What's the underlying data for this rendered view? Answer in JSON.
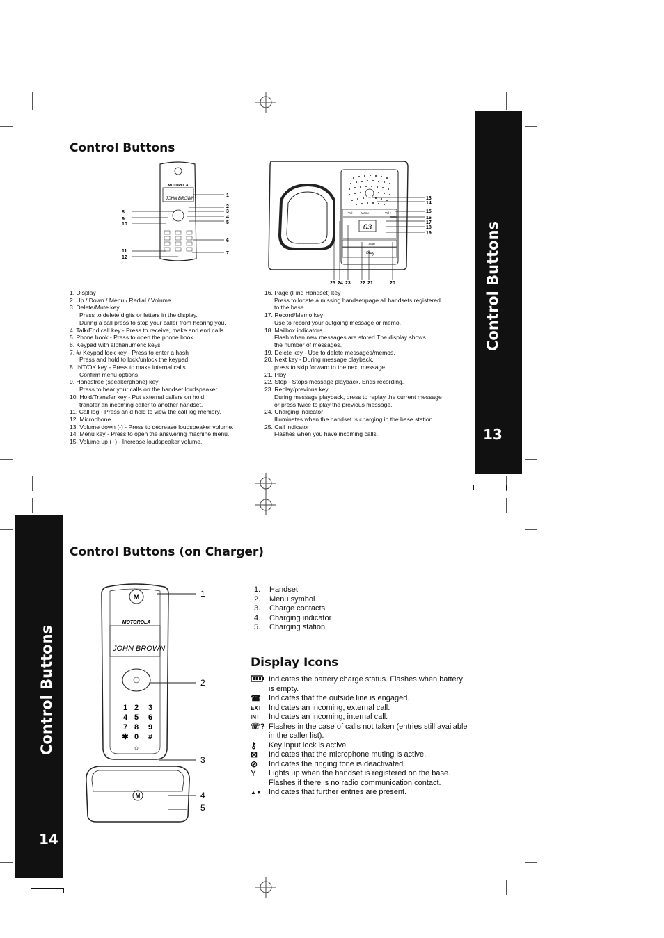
{
  "tabs": {
    "top": {
      "title": "Control Buttons",
      "page": "13"
    },
    "bottom": {
      "title": "Control Buttons",
      "page": "14"
    }
  },
  "section1": {
    "heading": "Control Buttons",
    "handset_callouts": [
      "1",
      "2",
      "3",
      "4",
      "5",
      "6",
      "7",
      "8",
      "9",
      "10",
      "11",
      "12"
    ],
    "handset_brand": "MOTOROLA",
    "base_callouts_right": [
      "13",
      "14",
      "15",
      "16",
      "17",
      "18",
      "19"
    ],
    "base_callouts_bottom": [
      "25",
      "24",
      "23",
      "22",
      "21",
      "20"
    ],
    "base_labels": {
      "play": "Play",
      "stop": "Stop",
      "menu": "Menu",
      "vol_minus": "Vol-",
      "vol_plus": "Vol +",
      "msg": "03"
    },
    "left_list": [
      {
        "t": "1.  Display",
        "sub": []
      },
      {
        "t": "2.  Up / Down / Menu / Redial / Volume",
        "sub": []
      },
      {
        "t": "3.  Delete/Mute key",
        "sub": [
          "Press to delete digits or letters in the display.",
          "During a call press to stop your caller from hearing you."
        ]
      },
      {
        "t": "4.  Talk/End call key - Press to receive, make and end calls.",
        "sub": []
      },
      {
        "t": "5.  Phone book - Press to open the phone book.",
        "sub": []
      },
      {
        "t": "6.  Keypad with alphanumeric keys",
        "sub": []
      },
      {
        "t": "7.  #/ Keypad lock key - Press to enter a hash",
        "sub": [
          "Press and hold to lock/unlock the keypad."
        ]
      },
      {
        "t": "8.  INT/OK key - Press to make internal calls.",
        "sub": [
          "Confirm menu options."
        ]
      },
      {
        "t": "9.  Handsfree (speakerphone) key",
        "sub": [
          "Press to hear your calls on the handset loudspeaker."
        ]
      },
      {
        "t": "10. Hold/Transfer key - Put external callers on hold,",
        "sub": [
          "transfer an incoming caller to another handset."
        ]
      },
      {
        "t": "11. Call log - Press an d hold to view the call log memory.",
        "sub": []
      },
      {
        "t": "12. Microphone",
        "sub": []
      },
      {
        "t": "13. Volume down (-) - Press to decrease loudspeaker volume.",
        "sub": []
      },
      {
        "t": "14. Menu key - Press to open the answering machine menu.",
        "sub": []
      },
      {
        "t": "15. Volume up (+) - Increase loudspeaker volume.",
        "sub": []
      }
    ],
    "right_list": [
      {
        "t": "16. Page (Find Handset) key",
        "sub": [
          "Press to locate a missing handset/page all handsets registered",
          "to the base."
        ]
      },
      {
        "t": "17. Record/Memo key",
        "sub": [
          "Use to record your outgoing message or memo."
        ]
      },
      {
        "t": "18. Mailbox indicators",
        "sub": [
          "Flash when new messages are stored.The display shows",
          "the number of messages."
        ]
      },
      {
        "t": "19. Delete key - Use to delete messages/memos.",
        "sub": []
      },
      {
        "t": "20. Next key - During message playback,",
        "sub": [
          "press to skip forward to the next message."
        ]
      },
      {
        "t": "21. Play",
        "sub": []
      },
      {
        "t": "22. Stop - Stops message playback. Ends recording.",
        "sub": []
      },
      {
        "t": "23. Replay/previous key",
        "sub": [
          "During message playback, press to replay the current message",
          "or press twice to play the previous message."
        ]
      },
      {
        "t": "24. Charging indicator",
        "sub": [
          "Illuminates when the handset is charging in the base station."
        ]
      },
      {
        "t": "25. Call indicator",
        "sub": [
          "Flashes when you have incoming calls."
        ]
      }
    ]
  },
  "section2": {
    "heading": "Control Buttons (on Charger)",
    "callouts": [
      "1",
      "2",
      "3",
      "4",
      "5"
    ],
    "handset_brand": "MOTOROLA",
    "display_name": "JOHN BROWN",
    "keys": [
      "1",
      "2",
      "3",
      "4",
      "5",
      "6",
      "7",
      "8",
      "9",
      "✱",
      "0",
      "#"
    ],
    "list": [
      {
        "n": "1.",
        "t": "Handset"
      },
      {
        "n": "2.",
        "t": "Menu symbol"
      },
      {
        "n": "3.",
        "t": "Charge contacts"
      },
      {
        "n": "4.",
        "t": "Charging indicator"
      },
      {
        "n": "5.",
        "t": "Charging station"
      }
    ]
  },
  "display_icons": {
    "heading": "Display Icons",
    "items": [
      {
        "icon": "battery-icon",
        "glyph": "▭",
        "lines": [
          "Indicates the battery charge status. Flashes when battery",
          "is empty."
        ]
      },
      {
        "icon": "line-engaged-icon",
        "glyph": "☎",
        "lines": [
          "Indicates that the outside line is engaged."
        ]
      },
      {
        "icon": "ext-icon",
        "glyph": "EXT",
        "lines": [
          "Indicates an incoming, external call."
        ]
      },
      {
        "icon": "int-icon",
        "glyph": "INT",
        "lines": [
          "Indicates an incoming, internal call."
        ]
      },
      {
        "icon": "missed-calls-icon",
        "glyph": "☏?",
        "lines": [
          "Flashes in the case of calls not taken (entries still available",
          "in the caller list)."
        ]
      },
      {
        "icon": "key-lock-icon",
        "glyph": "⚷",
        "lines": [
          "Key input lock is active."
        ]
      },
      {
        "icon": "mic-mute-icon",
        "glyph": "⊠",
        "lines": [
          "Indicates that the microphone muting is active."
        ]
      },
      {
        "icon": "ringer-off-icon",
        "glyph": "⊘",
        "lines": [
          "Indicates the ringing tone is deactivated."
        ]
      },
      {
        "icon": "antenna-icon",
        "glyph": "Y",
        "lines": [
          "Lights up when the handset is registered on the base.",
          "Flashes if there is no radio communication contact."
        ]
      },
      {
        "icon": "scroll-arrows-icon",
        "glyph": "▲▼",
        "lines": [
          "Indicates that further entries are present."
        ]
      }
    ]
  }
}
